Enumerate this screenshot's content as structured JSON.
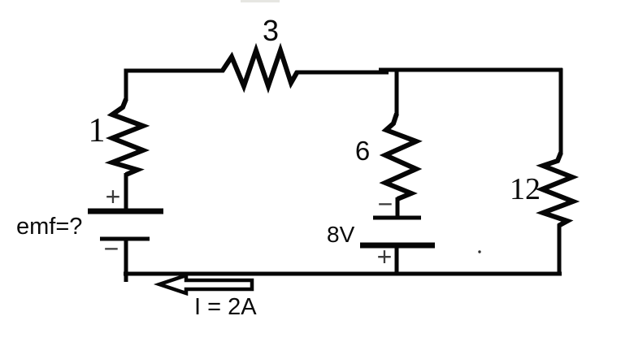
{
  "figure": {
    "kind": "hand-drawn electric circuit diagram",
    "background_color": "#ffffff",
    "ink_color": "#000000"
  },
  "components": {
    "resistor_top": {
      "type": "resistor",
      "label": "3"
    },
    "resistor_left": {
      "type": "resistor",
      "label": "1"
    },
    "resistor_middle": {
      "type": "resistor",
      "label": "6"
    },
    "resistor_right": {
      "type": "resistor",
      "label": "12"
    },
    "battery_left": {
      "type": "battery",
      "label": "emf=?",
      "plus_sign": "+",
      "minus_sign": "−"
    },
    "battery_middle": {
      "type": "battery",
      "label": "8V",
      "plus_sign": "+",
      "minus_sign": "−"
    },
    "current_arrow": {
      "type": "current-arrow",
      "label": "I = 2A",
      "direction": "left"
    }
  }
}
